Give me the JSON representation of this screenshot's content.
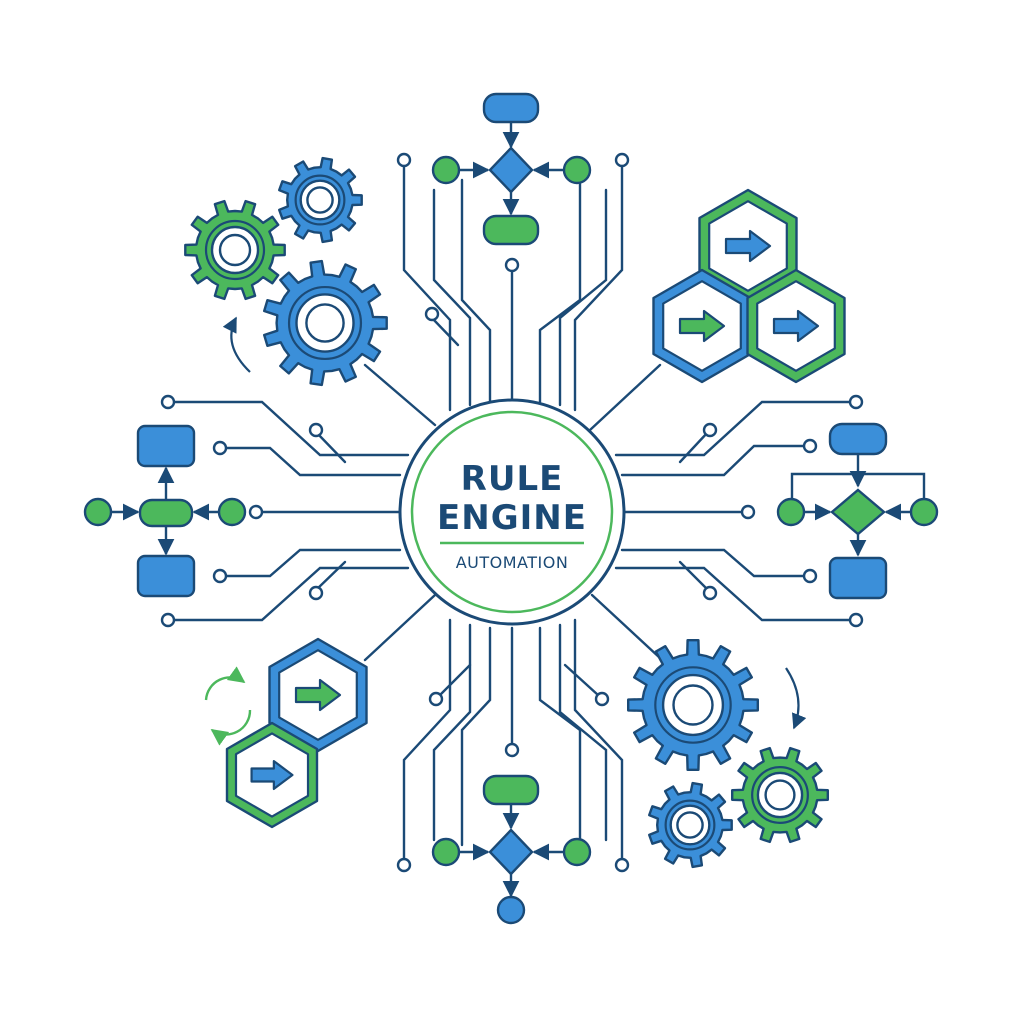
{
  "hub": {
    "title_line1": "RULE",
    "title_line2": "ENGINE",
    "subtitle": "AUTOMATION"
  },
  "colors": {
    "line": "#1b4a76",
    "blue": "#3b8fd9",
    "green": "#4cb85c",
    "hub_ring": "#4cb85c"
  },
  "icons": [
    "gear-icon",
    "hexagon-arrow-icon",
    "flowchart-icon",
    "circular-arrows-icon"
  ]
}
